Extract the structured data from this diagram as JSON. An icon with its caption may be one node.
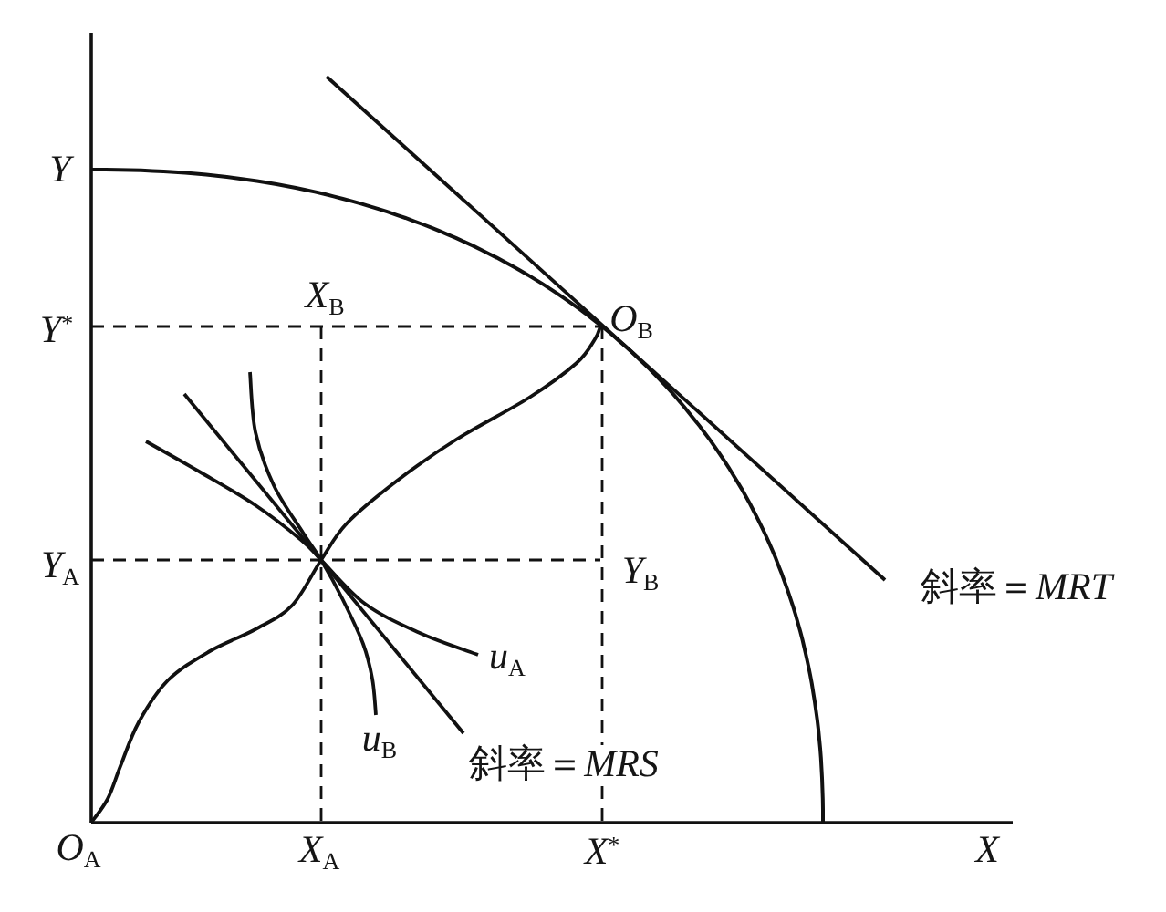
{
  "diagram": {
    "labels": [
      "Y",
      "X$_{B}$",
      "Y$^{*}$",
      "O$_{B}$",
      "Y$_{A}$",
      "Y$_{B}$",
      "斜率＝*MRT*",
      "u$_{A}$",
      "u$_{B}$",
      "斜率＝*MRS*",
      "O$_{A}$",
      "X$_{A}$",
      "X$^{*}$",
      "X"
    ]
  }
}
